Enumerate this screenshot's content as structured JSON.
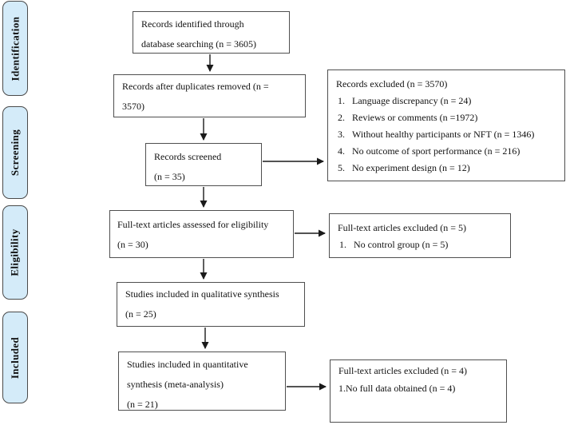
{
  "sidebar": {
    "stages": [
      {
        "label": "Identification"
      },
      {
        "label": "Screening"
      },
      {
        "label": "Eligibility"
      },
      {
        "label": "Included"
      }
    ]
  },
  "flow": {
    "records_identified": {
      "lines": [
        "Records identified through",
        "database searching (n = 3605)"
      ]
    },
    "records_after_duplicates": {
      "lines": [
        "Records after duplicates removed (n =",
        "3570)"
      ]
    },
    "records_screened": {
      "lines": [
        "Records screened",
        "(n = 35)"
      ]
    },
    "fulltext_assessed": {
      "lines": [
        "Full-text articles assessed for eligibility",
        "(n = 30)"
      ]
    },
    "qualitative_synthesis": {
      "lines": [
        "Studies included in qualitative synthesis",
        "(n = 25)"
      ]
    },
    "quantitative_synthesis": {
      "lines": [
        "Studies included in quantitative",
        "synthesis (meta-analysis)",
        "(n = 21)"
      ]
    }
  },
  "exclusions": {
    "records_excluded": {
      "title": "Records excluded (n = 3570)",
      "items": [
        {
          "num": "1.",
          "text": "Language discrepancy (n = 24)"
        },
        {
          "num": "2.",
          "text": "Reviews or comments (n =1972)"
        },
        {
          "num": "3.",
          "text": "Without healthy participants or NFT (n = 1346)"
        },
        {
          "num": "4.",
          "text": "No outcome of sport performance (n = 216)"
        },
        {
          "num": "5.",
          "text": "No experiment design (n = 12)"
        }
      ]
    },
    "fulltext_excluded_eligibility": {
      "title": "Full-text articles excluded (n = 5)",
      "items": [
        {
          "num": "1.",
          "text": "No control group (n = 5)"
        }
      ]
    },
    "fulltext_excluded_quantitative": {
      "title": "Full-text articles excluded (n = 4)",
      "line": "1.No full data obtained (n = 4)"
    }
  },
  "colors": {
    "background": "#ffffff",
    "stage_fill": "#d4ebf9",
    "stage_border": "#4a4a4a",
    "box_border": "#4f4f4f",
    "text": "#111111",
    "arrow": "#1a1a1a"
  }
}
